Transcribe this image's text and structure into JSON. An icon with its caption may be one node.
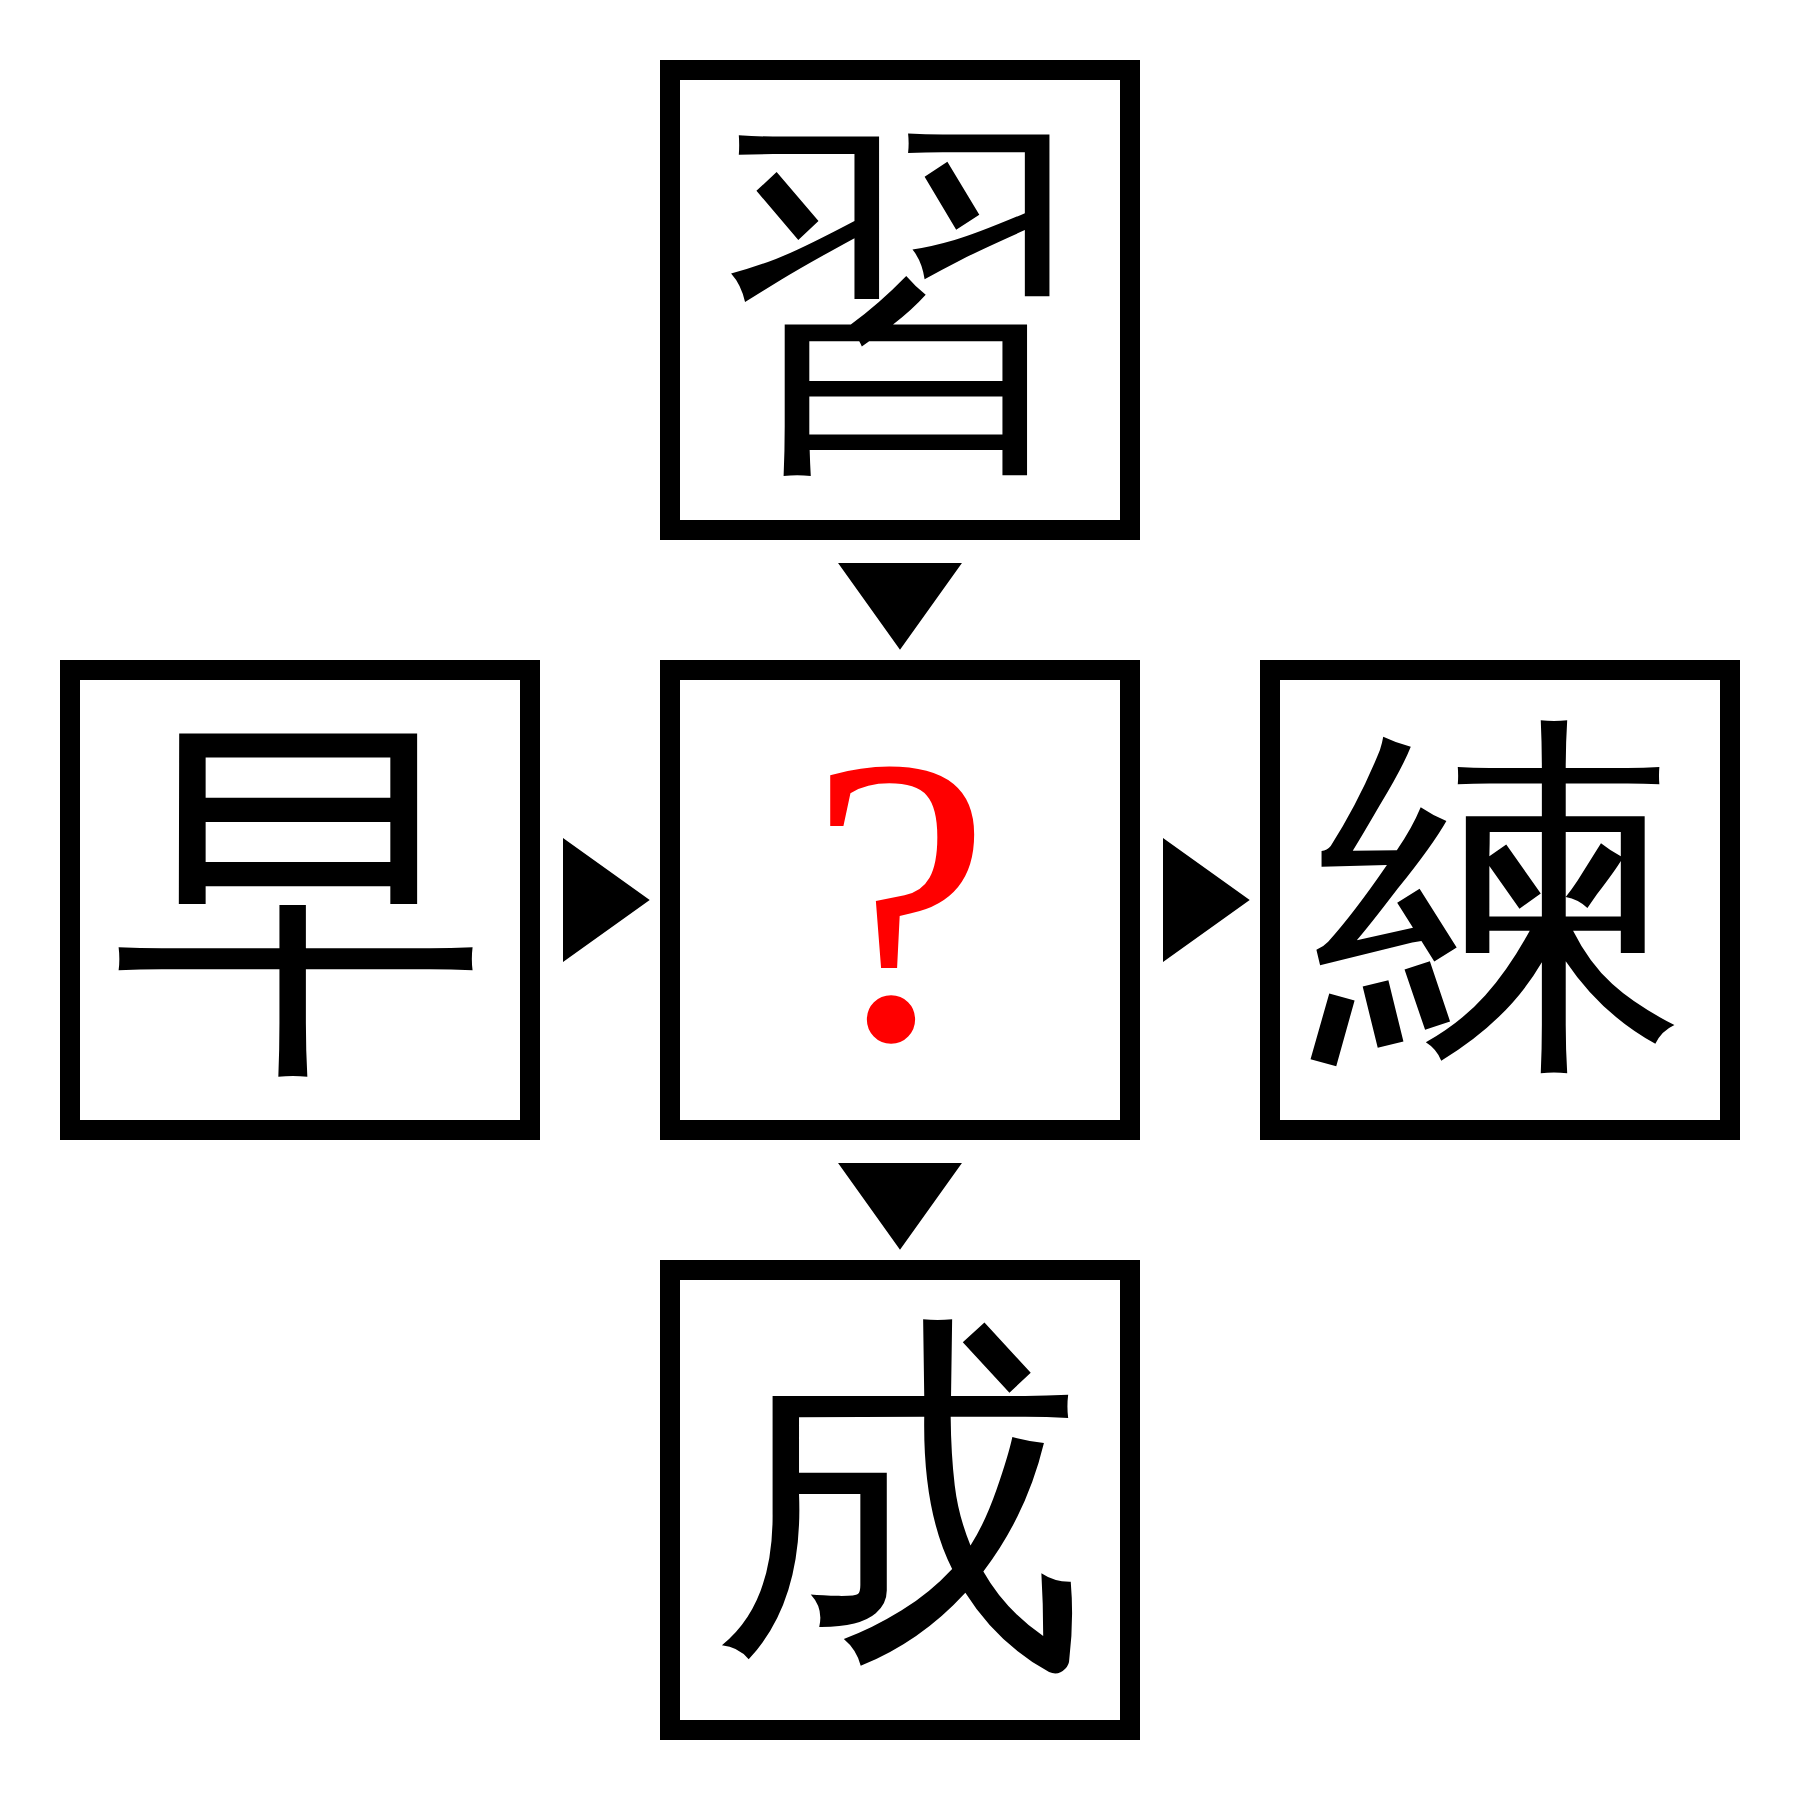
{
  "diagram": {
    "nodes": [
      {
        "text": [
          "習"
        ]
      },
      {
        "text": [
          "早"
        ]
      },
      {
        "text": [
          "?"
        ]
      },
      {
        "text": [
          "練"
        ]
      },
      {
        "text": [
          "成"
        ]
      }
    ],
    "edges": [
      {
        "from": 0,
        "to": 2,
        "arrow": "to"
      },
      {
        "from": 1,
        "to": 2,
        "arrow": "to"
      },
      {
        "from": 2,
        "to": 3,
        "arrow": "to"
      },
      {
        "from": 2,
        "to": 4,
        "arrow": "to"
      }
    ]
  }
}
